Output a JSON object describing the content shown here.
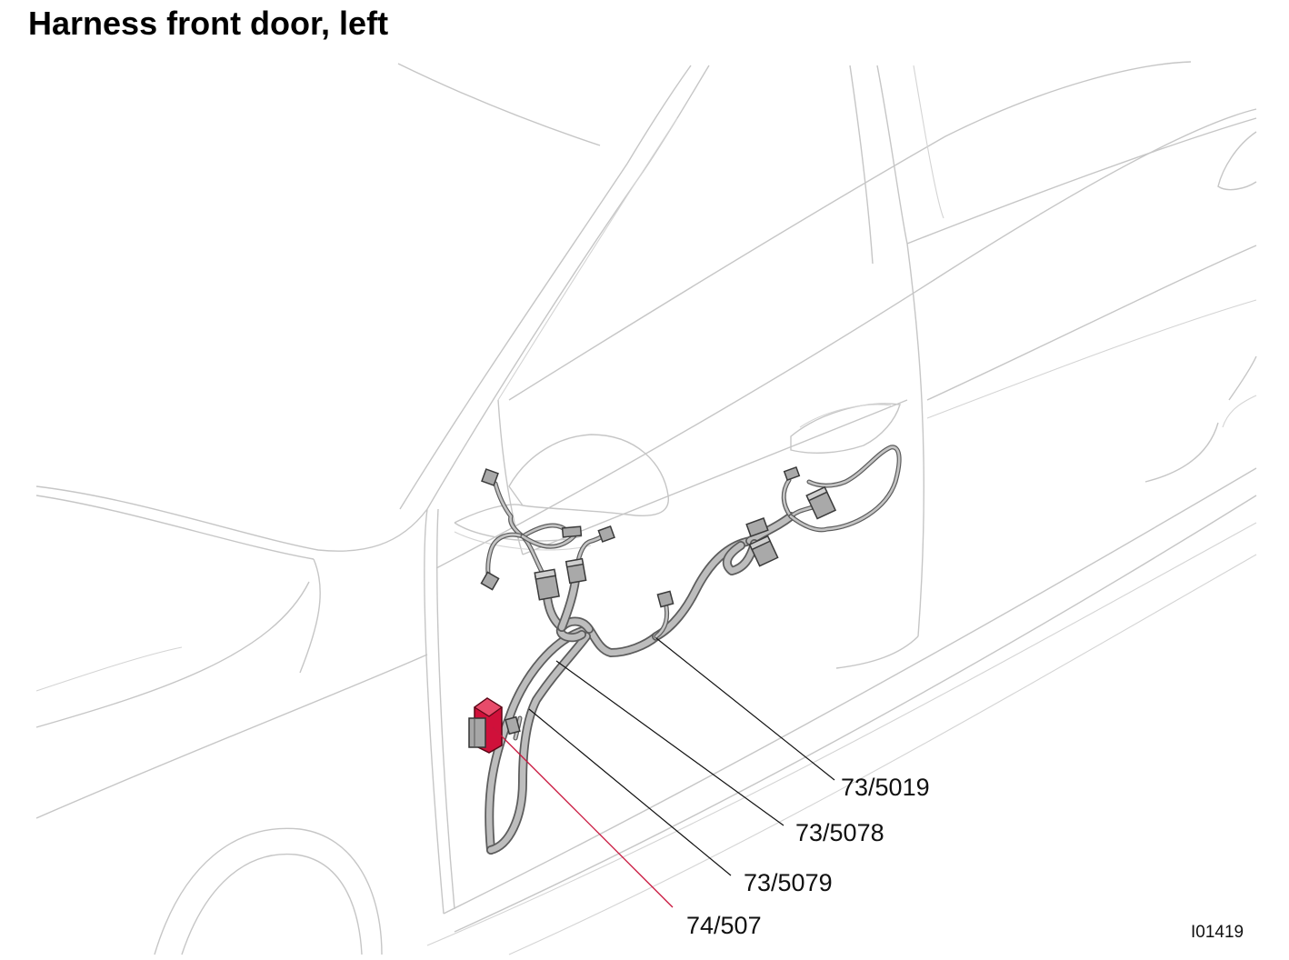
{
  "title": "Harness front door, left",
  "callouts": [
    {
      "id": "73-5019",
      "label": "73/5019"
    },
    {
      "id": "73-5078",
      "label": "73/5078"
    },
    {
      "id": "73-5079",
      "label": "73/5079"
    },
    {
      "id": "74-507",
      "label": "74/507"
    }
  ],
  "image_code": "I01419",
  "colors": {
    "highlight_connector": "#d0103a",
    "highlight_leader": "#c8143c",
    "harness": "#bdbdbd",
    "car_outline": "#c6c6c6"
  }
}
